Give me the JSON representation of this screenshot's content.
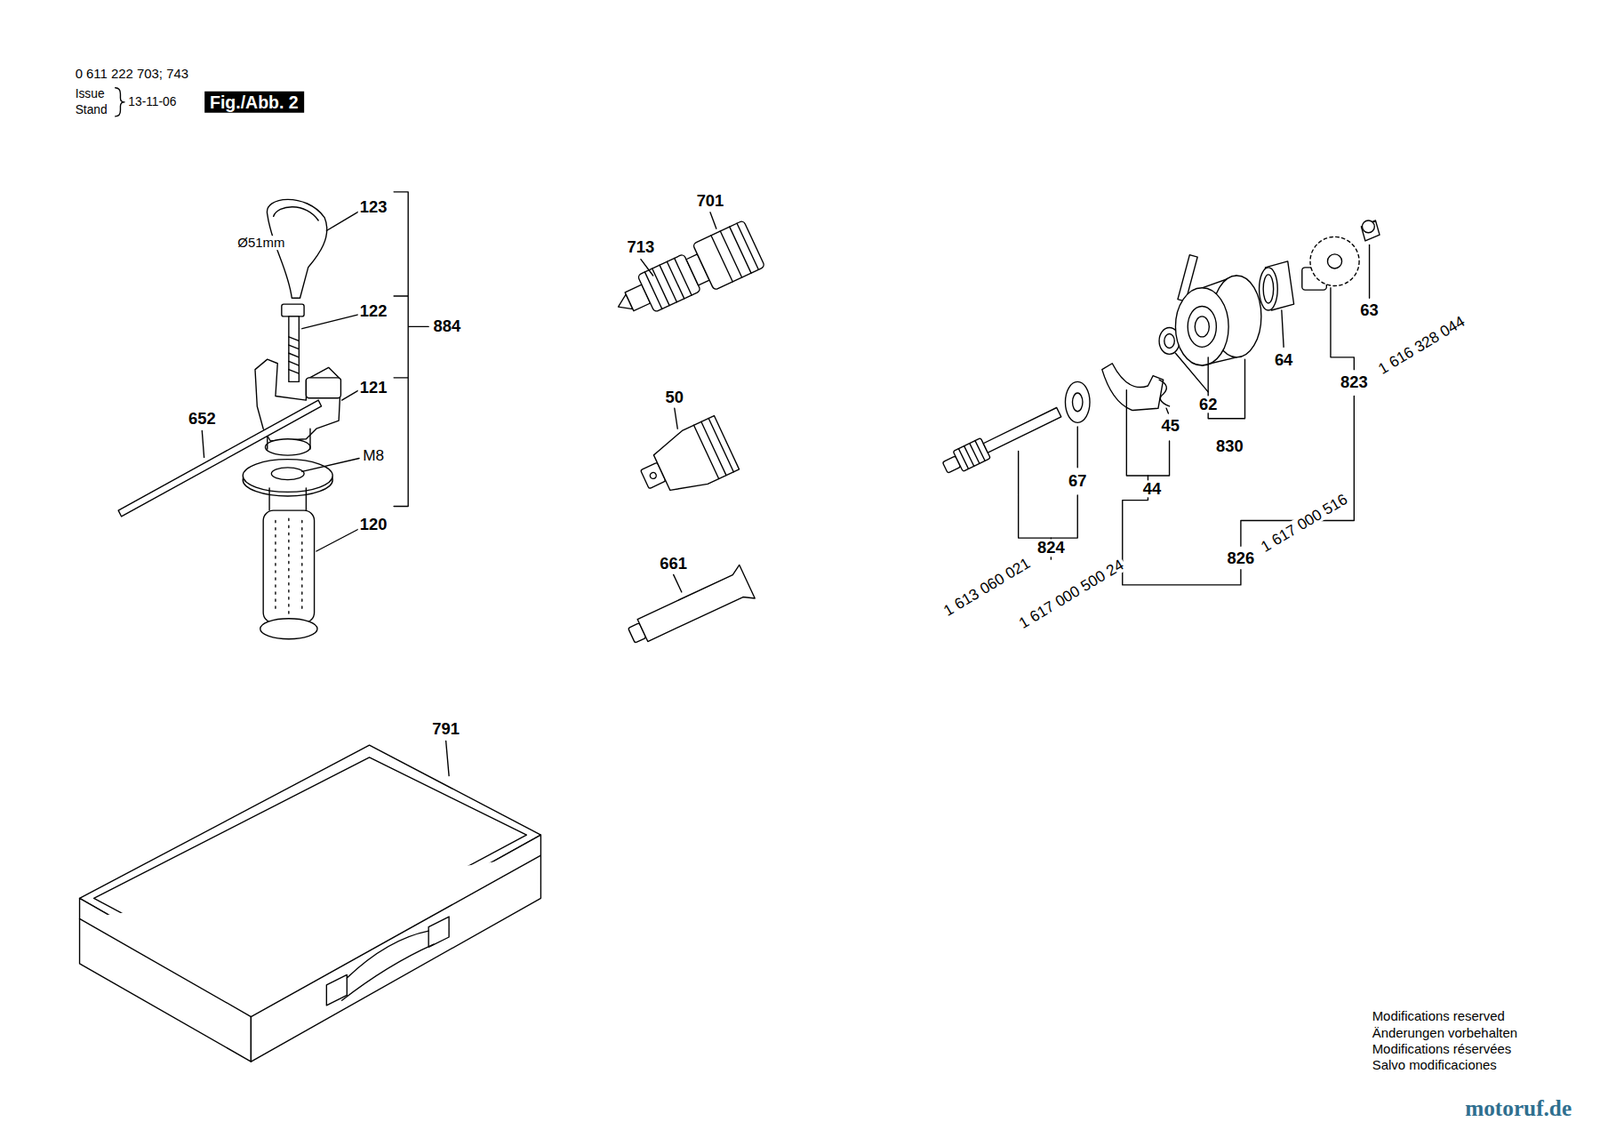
{
  "diagram": {
    "labels": [
      "0 611 222 703; 743",
      "Issue",
      "Stand",
      "13-11-06",
      "Fig./Abb. 2",
      "123",
      "Ø51mm",
      "122",
      "884",
      "121",
      "652",
      "M8",
      "120",
      "701",
      "713",
      "50",
      "661",
      "791",
      "63",
      "64",
      "823",
      "1 616 328 044",
      "62",
      "830",
      "45",
      "44",
      "67",
      "824",
      "1 613 060 021",
      "1 617 000 500 24",
      "826",
      "1 617 000 516",
      "Modifications reserved",
      "Änderungen vorbehalten",
      "Modifications réservées",
      "Salvo modificaciones",
      "motoruf.de"
    ]
  }
}
